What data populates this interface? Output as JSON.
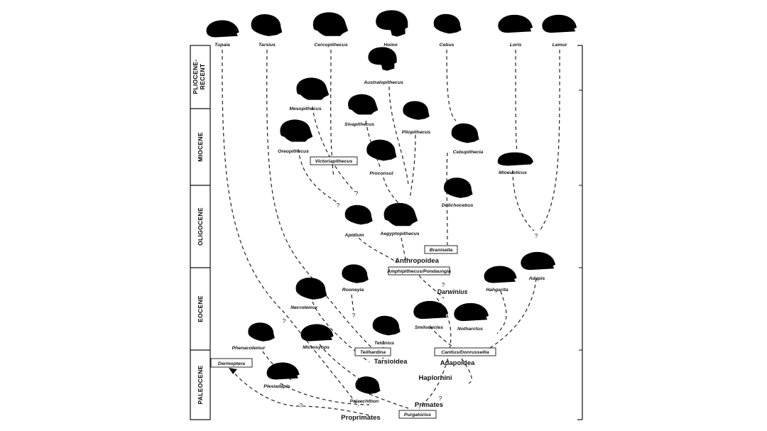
{
  "epochs": [
    {
      "id": "pliocene",
      "label": "PLIOCENE-RECENT",
      "line1": "PLIOCENE-",
      "line2": "RECENT"
    },
    {
      "id": "miocene",
      "label": "MIOCENE"
    },
    {
      "id": "oligocene",
      "label": "OLIGOCENE"
    },
    {
      "id": "eocene",
      "label": "EOCENE"
    },
    {
      "id": "paleocene",
      "label": "PALEOCENE"
    }
  ],
  "extant": [
    "Tupaia",
    "Tarsius",
    "Cercopithecus",
    "Homo",
    "Cebus",
    "Loris",
    "Lemur"
  ],
  "fossils": {
    "australopithecus": "Australopithecus",
    "mesopithecus": "Mesopithecus",
    "sivapithecus": "Sivapithecus",
    "pliopithecus": "Pliopithecus",
    "oreopithecus": "Oreopithecus",
    "proconsul": "Proconsul",
    "cebupithecia": "Cebupithecia",
    "mioeuoticus": "Mioeuoticus",
    "dolichocebus": "Dolichocebus",
    "apidium": "Apidium",
    "aegyptopithecus": "Aegyptopithecus",
    "rooneyia": "Rooneyia",
    "necrolemur": "Necrolemur",
    "hahgarita": "Hahgarita",
    "adapis": "Adapis",
    "darwinius": "Darwinius",
    "smilodectes": "Smilodectes",
    "notharctus": "Notharctus",
    "tetonius": "Tetonius",
    "phenacolemur": "Phenacolemur",
    "microsyops": "Microsyops",
    "plesiadapis": "Plesiadapis",
    "palaechthon": "Palaechthon"
  },
  "boxes": {
    "victoriapithecus": "Victoriapithecus",
    "branisella": "Branisella",
    "amphipithecus": "Amphipithecus/Pondaungia",
    "teilhardina": "Teilhardina",
    "cantius": "Cantius/Donrussellia",
    "dermoptera": "Dermoptera",
    "purgatorius": "Purgatorius"
  },
  "groups": {
    "anthropoidea": "Anthropoidea",
    "tarsioidea": "Tarsioidea",
    "adapoidea": "Adapoidea",
    "haplorhini": "Haplorhini",
    "primates": "Primates",
    "proprimates": "Proprimates"
  },
  "question_mark": "?"
}
